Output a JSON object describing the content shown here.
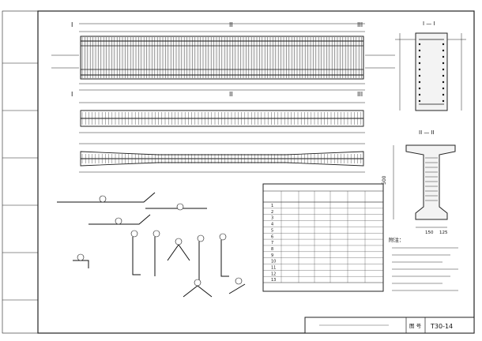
{
  "sheet": {
    "section_marks": {
      "one": "I",
      "two": "II",
      "three": "III"
    },
    "section_titles": {
      "one_one": "I — I",
      "two_two": "II — II"
    },
    "dimensions": {
      "slab_height": "500",
      "bottom_width_a": "150",
      "bottom_width_b": "125"
    },
    "rebar_marks": [
      "1",
      "2",
      "3",
      "4",
      "5",
      "6",
      "7",
      "8",
      "9",
      "10",
      "11",
      "12",
      "13"
    ],
    "notes_heading": "附注：",
    "title_block": {
      "sheet_label": "图 号",
      "sheet_number": "T30-14"
    }
  }
}
